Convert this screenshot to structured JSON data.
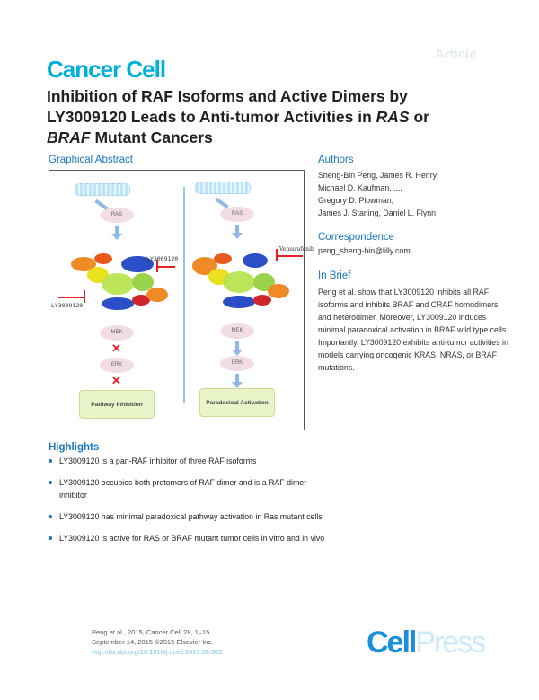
{
  "header": {
    "article_type": "Article",
    "journal": "Cancer Cell",
    "title_parts": {
      "line1": "Inhibition of RAF Isoforms and Active Dimers by",
      "line2_a": "LY3009120 Leads to Anti-tumor Activities in ",
      "line2_italic": "RAS",
      "line2_b": " or",
      "line3_italic": "BRAF",
      "line3_b": " Mutant Cancers"
    }
  },
  "graphical_abstract": {
    "heading": "Graphical Abstract",
    "left_panel": {
      "node_ras": "RAS",
      "inhibitor_top": "LY3009120",
      "inhibitor_bottom": "LY3009120",
      "node_mek": "MEK",
      "node_erk": "ERK",
      "outcome": "Pathway Inhibition"
    },
    "right_panel": {
      "node_ras": "RAS",
      "inhibitor": "Vemurafenib",
      "node_mek": "MEK",
      "node_erk": "ERK",
      "outcome": "Paradoxical Activation"
    },
    "colors": {
      "arrow": "#8fb8e6",
      "inhibitor": "#e8202a",
      "node": "#f2dce6",
      "outcome_box": "#e9f4c9"
    }
  },
  "authors": {
    "heading": "Authors",
    "lines": [
      "Sheng-Bin Peng, James R. Henry,",
      "Michael D. Kaufman, ...,",
      "Gregory D. Plowman,",
      "James J. Starling, Daniel L. Flynn"
    ]
  },
  "correspondence": {
    "heading": "Correspondence",
    "email": "peng_sheng-bin@lilly.com"
  },
  "in_brief": {
    "heading": "In Brief",
    "text": "Peng et al. show that LY3009120 inhibits all RAF isoforms and inhibits BRAF and CRAF homodimers and heterodimer. Moreover, LY3009120 induces minimal paradoxical activation in BRAF wild type cells. Importantly, LY3009120 exhibits anti-tumor activities in models carrying oncogenic KRAS, NRAS, or BRAF mutations."
  },
  "highlights": {
    "heading": "Highlights",
    "items": [
      "LY3009120 is a pan-RAF inhibitor of three RAF isoforms",
      "LY3009120 occupies both protomers of RAF dimer and is a RAF dimer inhibitor",
      "LY3009120 has minimal paradoxical pathway activation in Ras mutant cells",
      "LY3009120 is active for RAS or BRAF mutant tumor cells in vitro and in vivo"
    ]
  },
  "footer": {
    "citation": "Peng et al., 2015, Cancer Cell 28, 1–15",
    "date_copyright": "September 14, 2015 ©2015 Elsevier Inc.",
    "doi": "http://dx.doi.org/10.1016/j.ccell.2015.08.002",
    "publisher_cell": "Cell",
    "publisher_press": "Press"
  },
  "colors": {
    "journal": "#00b0d8",
    "section_heading": "#1a76c2",
    "publisher_cell": "#1a8fde",
    "publisher_press": "#c9eaf9"
  }
}
